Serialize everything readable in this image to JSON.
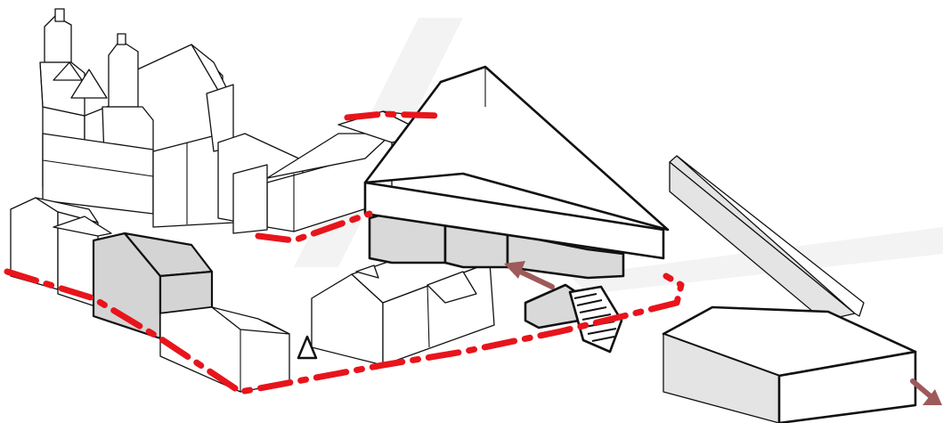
{
  "diagram": {
    "colors": {
      "route": "#e8141c",
      "arrow": "#9e5a5a",
      "building_fill": "#ffffff",
      "building_shade": "#dcdcdc",
      "outline": "#111111",
      "background_streak": "#f3f3f3"
    },
    "elements": {
      "church": "church-towers",
      "main_volume": "triangular-cantilever-building",
      "stair": "hatched-staircase",
      "entrance_marker": "triangle-marker",
      "route": "red-dash-dot-route",
      "arrows": [
        "up-left-arrow",
        "down-right-arrow"
      ]
    }
  }
}
